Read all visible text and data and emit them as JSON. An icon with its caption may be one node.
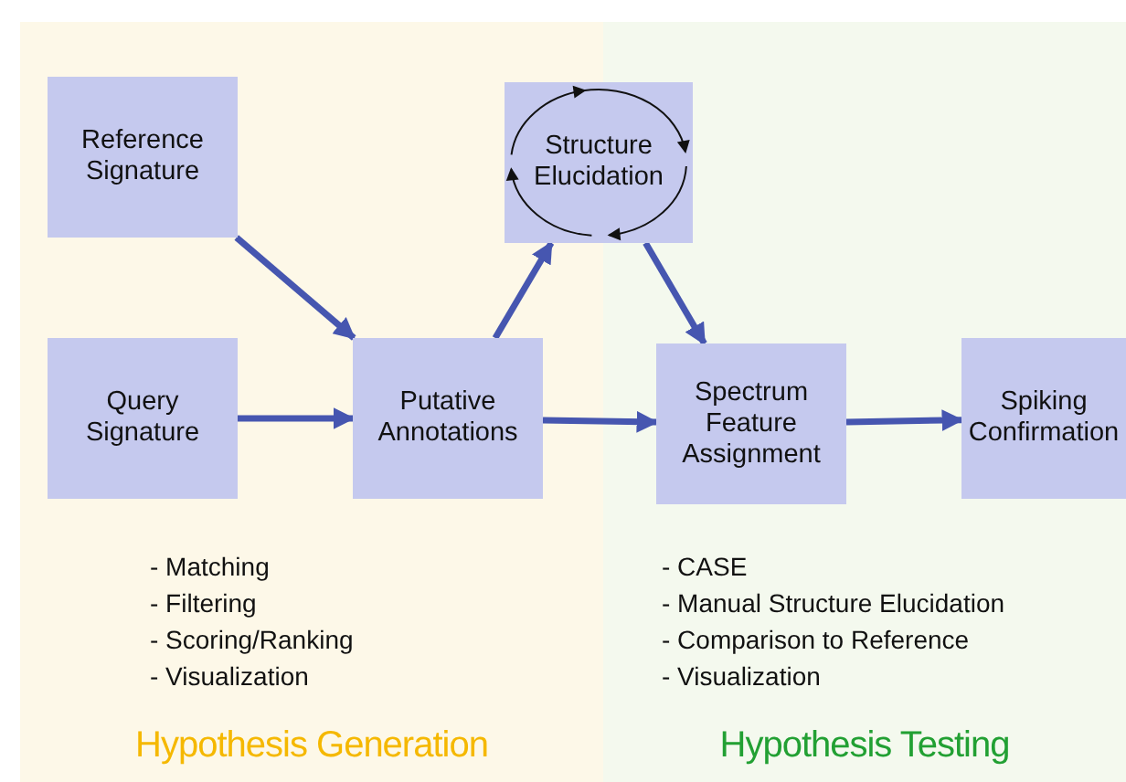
{
  "diagram": {
    "nodes": [
      {
        "text": [
          "Hypothesis Generation"
        ]
      },
      {
        "text": [
          "Hypothesis Testing"
        ]
      },
      {
        "text": [
          "Reference Signature"
        ],
        "in": 0
      },
      {
        "text": [
          "Query Signature"
        ],
        "in": 0
      },
      {
        "text": [
          "Putative Annotations"
        ],
        "in": 0
      },
      {
        "text": [
          "Structure Elucidation"
        ]
      },
      {
        "text": [
          "Spectrum Feature Assignment"
        ],
        "in": 1
      },
      {
        "text": [
          "Spiking Confirmation"
        ],
        "in": 1
      }
    ],
    "edges": [
      {
        "from": 2,
        "to": 4,
        "arrow": "to"
      },
      {
        "from": 3,
        "to": 4,
        "arrow": "to"
      },
      {
        "from": 4,
        "to": 5,
        "arrow": "to"
      },
      {
        "from": 5,
        "to": 6,
        "arrow": "to"
      },
      {
        "from": 4,
        "to": 6,
        "arrow": "to"
      },
      {
        "from": 6,
        "to": 7,
        "arrow": "to"
      }
    ],
    "labels": [
      "- Matching",
      "- Filtering",
      "- Scoring/Ranking",
      "- Visualization",
      "- CASE",
      "- Manual Structure Elucidation",
      "- Comparison to Reference",
      "- Visualization"
    ]
  }
}
